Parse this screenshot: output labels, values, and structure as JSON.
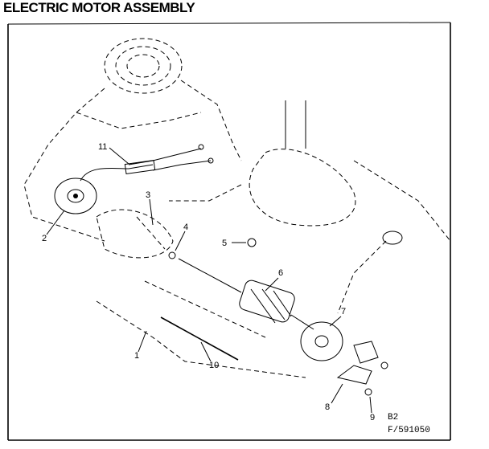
{
  "title": "ELECTRIC MOTOR ASSEMBLY",
  "callouts": [
    "1",
    "2",
    "3",
    "4",
    "5",
    "6",
    "7",
    "8",
    "9",
    "10",
    "11"
  ],
  "figure_code": "B2",
  "figure_ref": "F/591050"
}
